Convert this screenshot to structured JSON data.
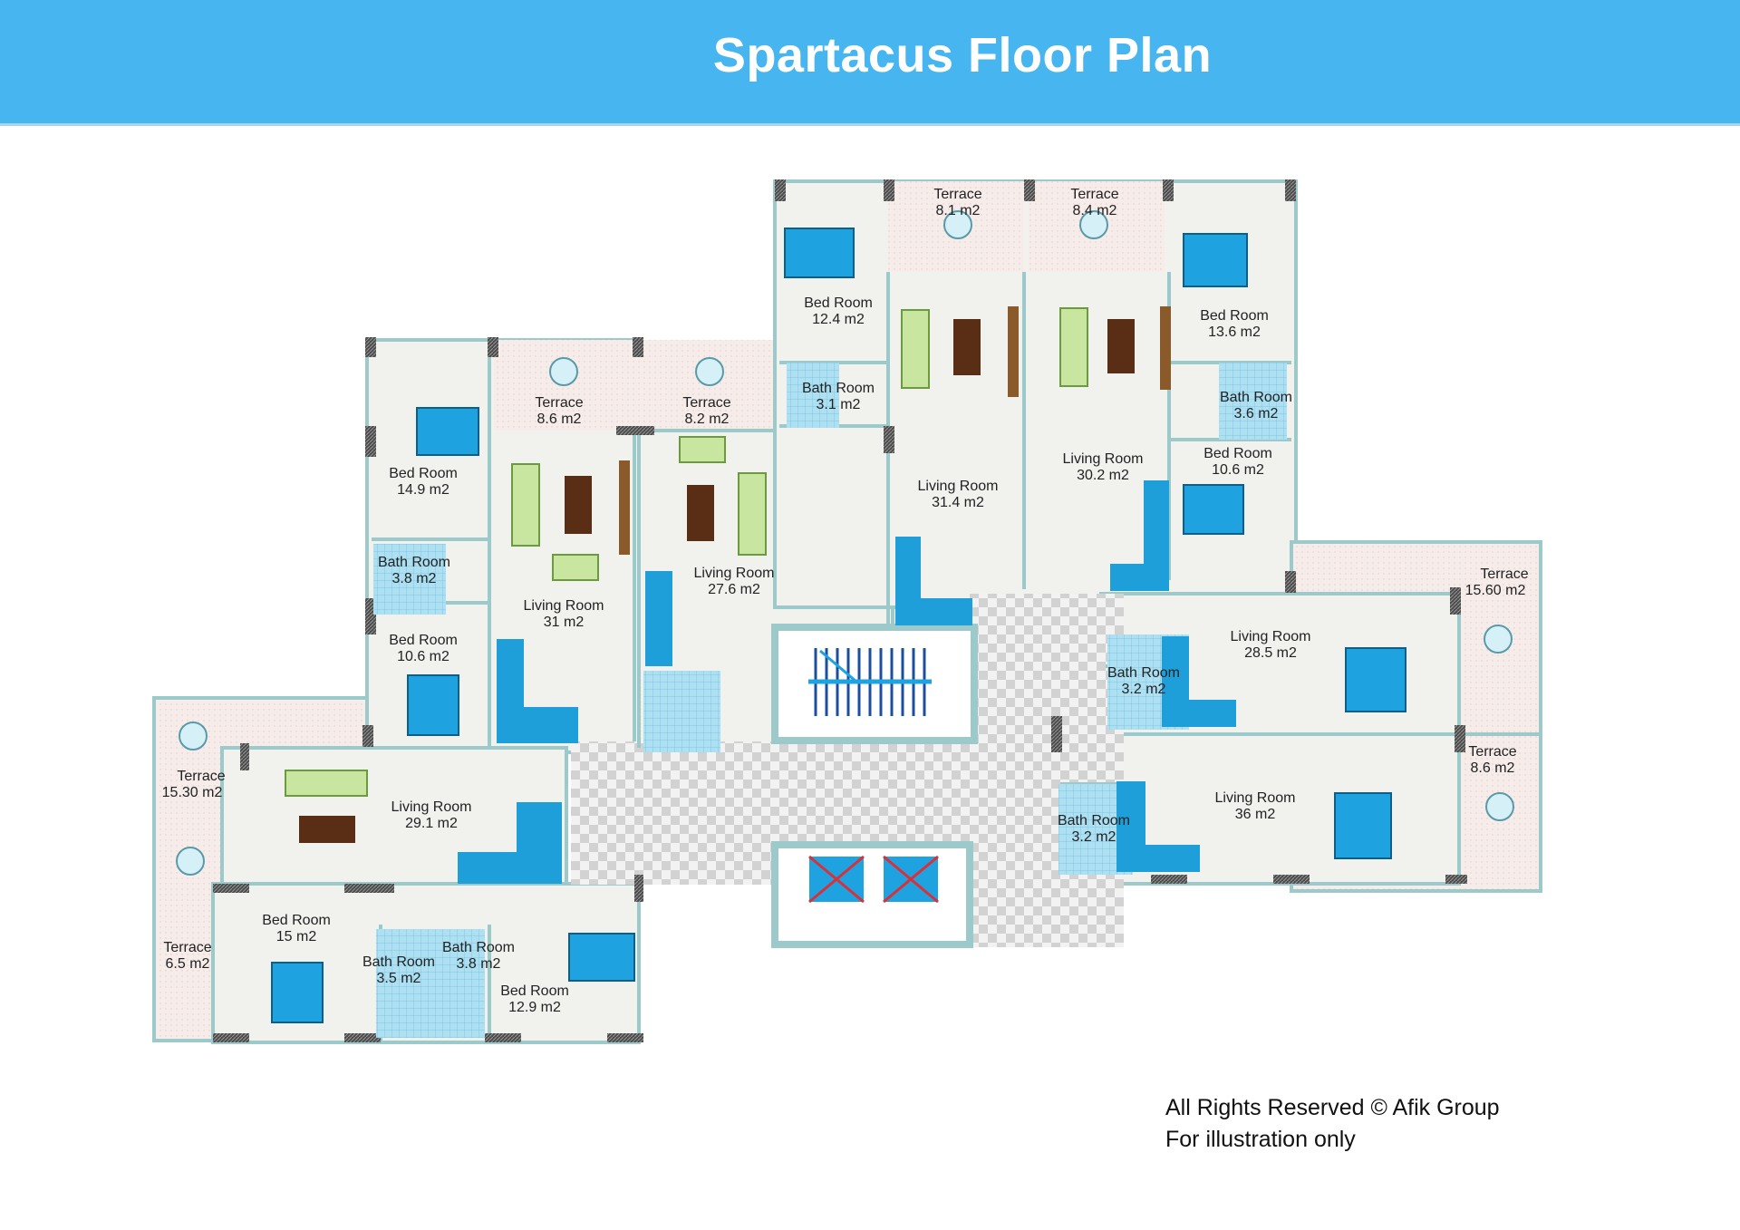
{
  "header": {
    "title": "Spartacus Floor Plan"
  },
  "colors": {
    "header_bg": "#47b5ef",
    "room_floor": "#f1f1ee",
    "terrace_floor": "#f6ecea",
    "outline": "#9cc9c9",
    "wall": "#3a3a3a",
    "corridor_a": "#d2d2d2",
    "corridor_b": "#f2f2f2",
    "bed_blue": "#1fa3e0",
    "sofa_green": "#c9e6a0",
    "table_brown": "#5a2e14",
    "bath_tile": "#aee0f2",
    "kitchen_blue": "#1f9fda",
    "elevator_x": "#d9303a"
  },
  "rooms": [
    {
      "name": "Terrace",
      "area": "8.1 m2"
    },
    {
      "name": "Terrace",
      "area": "8.4 m2"
    },
    {
      "name": "Bed Room",
      "area": "12.4 m2"
    },
    {
      "name": "Bed Room",
      "area": "13.6 m2"
    },
    {
      "name": "Terrace",
      "area": "8.6 m2"
    },
    {
      "name": "Terrace",
      "area": "8.2 m2"
    },
    {
      "name": "Bath Room",
      "area": "3.1 m2"
    },
    {
      "name": "Bath Room",
      "area": "3.6 m2"
    },
    {
      "name": "Bed Room",
      "area": "14.9 m2"
    },
    {
      "name": "Living Room",
      "area": "31.4  m2"
    },
    {
      "name": "Living Room",
      "area": "30.2  m2"
    },
    {
      "name": "Bed Room",
      "area": "10.6 m2"
    },
    {
      "name": "Bath Room",
      "area": "3.8 m2"
    },
    {
      "name": "Living Room",
      "area": "27.6  m2"
    },
    {
      "name": "Living Room",
      "area": "31 m2"
    },
    {
      "name": "Terrace",
      "area": "15.60 m2"
    },
    {
      "name": "Bed Room",
      "area": "10.6 m2"
    },
    {
      "name": "Living Room",
      "area": "28.5 m2"
    },
    {
      "name": "Bath Room",
      "area": "3.2 m2"
    },
    {
      "name": "Terrace",
      "area": "15.30 m2"
    },
    {
      "name": "Living Room",
      "area": "29.1 m2"
    },
    {
      "name": "Terrace",
      "area": "8.6 m2"
    },
    {
      "name": "Living Room",
      "area": "36  m2"
    },
    {
      "name": "Bath Room",
      "area": "3.2 m2"
    },
    {
      "name": "Bed Room",
      "area": "15 m2"
    },
    {
      "name": "Bath Room",
      "area": "3.8 m2"
    },
    {
      "name": "Terrace",
      "area": "6.5 m2"
    },
    {
      "name": "Bath Room",
      "area": "3.5 m2"
    },
    {
      "name": "Bed Room",
      "area": "12.9 m2"
    }
  ],
  "footer": {
    "rights": "All Rights Reserved © Afik Group",
    "note": "For illustration only"
  }
}
